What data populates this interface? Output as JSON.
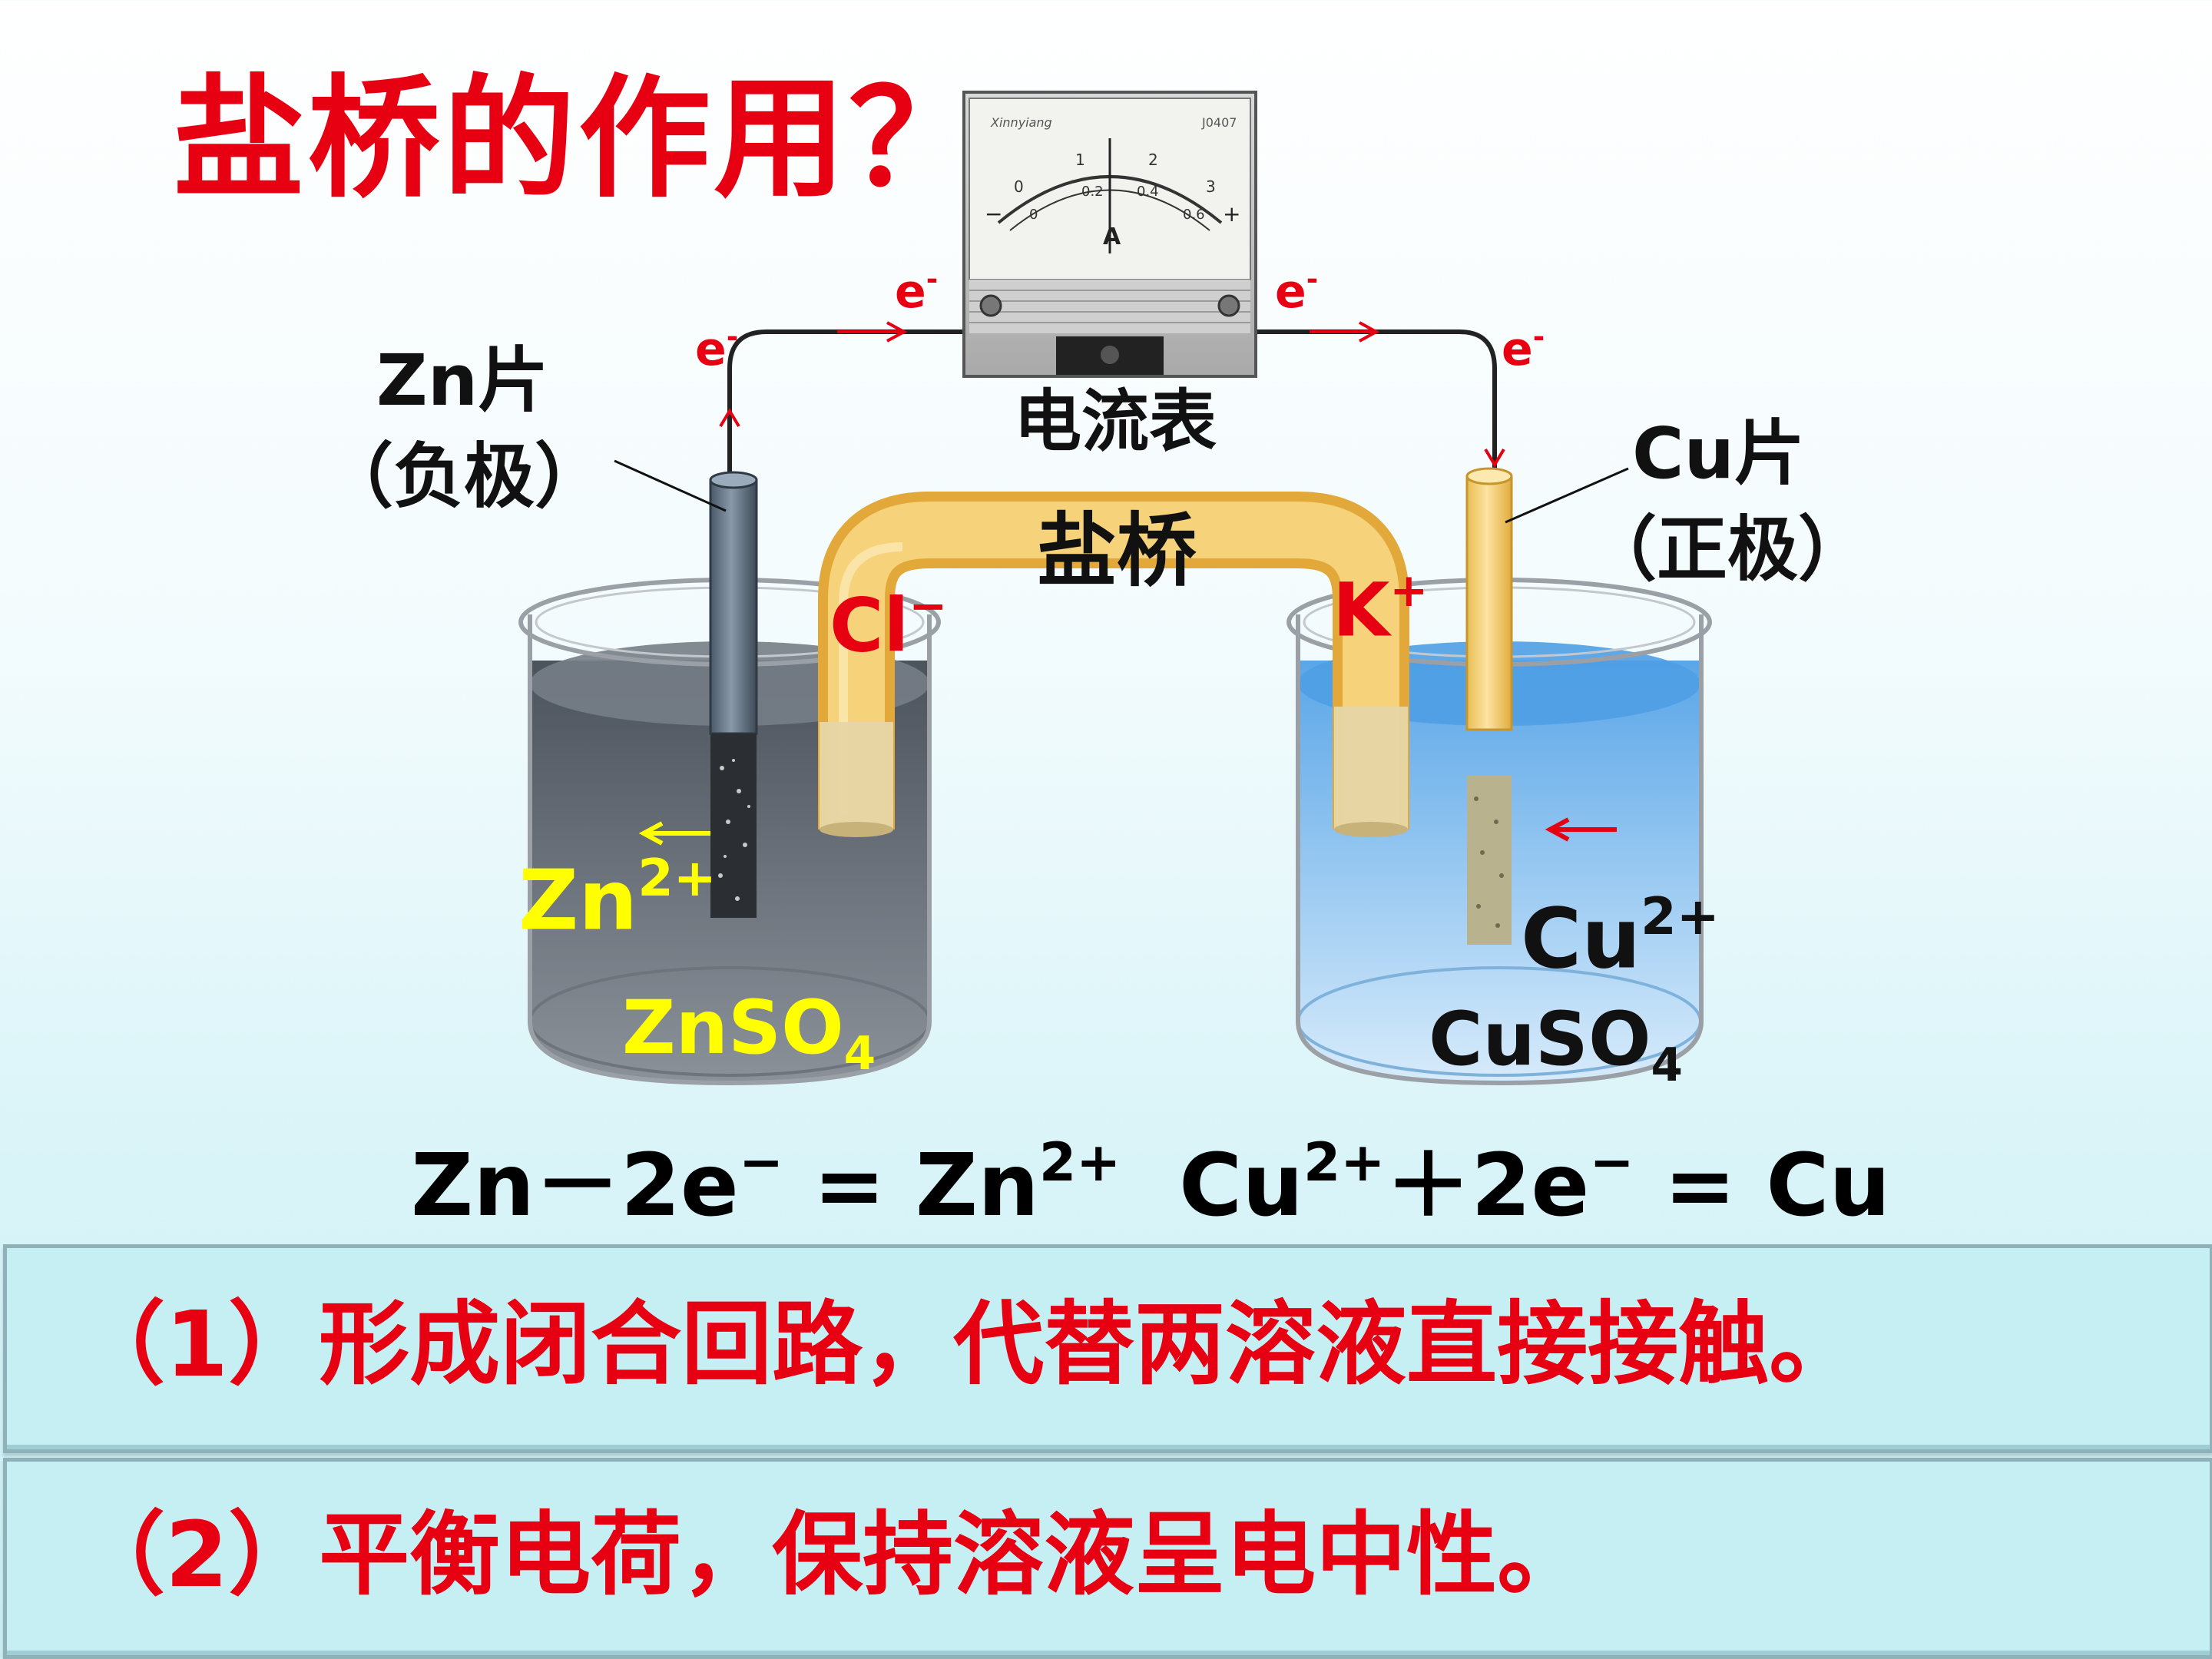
{
  "title": "盐桥的作用？",
  "ammeter": {
    "label": "电流表",
    "brand": "Xinnyiang",
    "model": "J0407",
    "unit": "A",
    "scale_top": [
      "0",
      "1",
      "2",
      "3"
    ],
    "scale_bottom": [
      "0",
      "0.2",
      "0.4",
      "0.6"
    ],
    "minus": "−",
    "plus": "+"
  },
  "electron": {
    "symbol": "e",
    "charge": "-"
  },
  "salt_bridge": {
    "label": "盐桥"
  },
  "anode": {
    "name": "Zn片",
    "role": "（负极）",
    "solution_main": "ZnSO",
    "solution_sub": "4",
    "ion_main": "Zn",
    "ion_charge": "2+"
  },
  "cathode": {
    "name": "Cu片",
    "role": "（正极）",
    "solution_main": "CuSO",
    "solution_sub": "4",
    "ion_main": "Cu",
    "ion_charge": "2+"
  },
  "bridge_ions": {
    "anion_main": "Cl",
    "anion_charge": "−",
    "cation_main": "K",
    "cation_charge": "+"
  },
  "equations": {
    "anode": {
      "a": "Zn－2e",
      "a_sup": "−",
      "b": " = Zn",
      "b_sup": "2+"
    },
    "cathode": {
      "a": "Cu",
      "a_sup": "2+",
      "b": "＋2e",
      "b_sup": "−",
      "c": " = Cu"
    }
  },
  "points": [
    "（1）形成闭合回路，代替两溶液直接接触。",
    "（2）平衡电荷，保持溶液呈电中性。"
  ],
  "colors": {
    "title": "#e60012",
    "ion_zn": "#ffff00",
    "solution_zn": "#5c6470",
    "solution_cu": "#6fb0e6",
    "bridge": "#f3c766",
    "box": "#c6eff3"
  }
}
